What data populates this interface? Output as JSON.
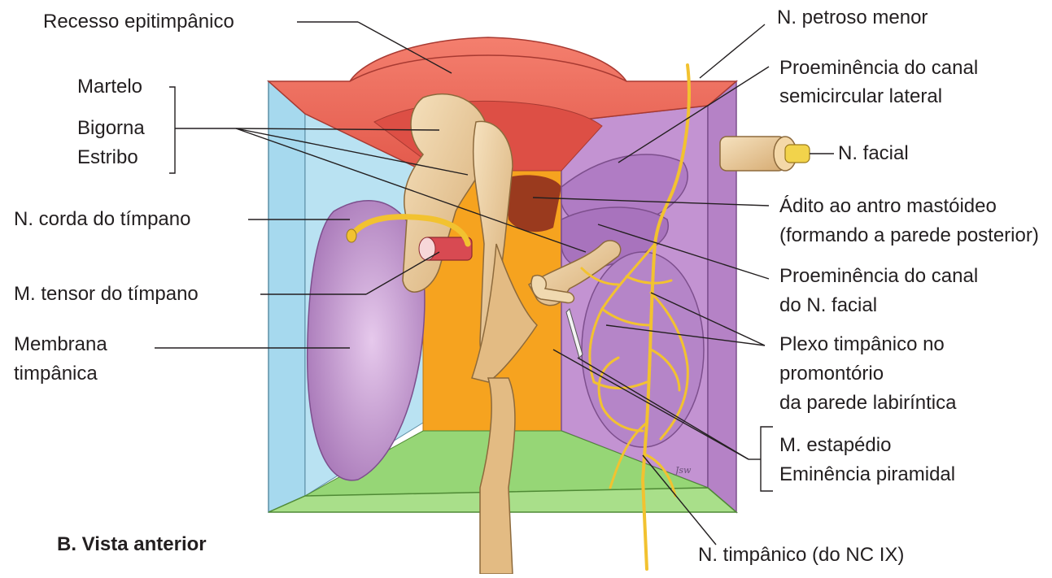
{
  "figure": {
    "caption": "B. Vista anterior",
    "signature": "Jsw"
  },
  "labels": {
    "recesso": "Recesso epitimpânico",
    "martelo": "Martelo",
    "bigorna": "Bigorna",
    "estribo": "Estribo",
    "corda": "N. corda do tímpano",
    "tensor": "M. tensor do tímpano",
    "membrana_1": "Membrana",
    "membrana_2": "timpânica",
    "petroso": "N. petroso menor",
    "proem_lat_1": "Proeminência do canal",
    "proem_lat_2": "semicircular lateral",
    "facial": "N. facial",
    "adito_1": "Ádito ao antro mastóideo",
    "adito_2": "(formando a parede posterior)",
    "proem_fac_1": "Proeminência do canal",
    "proem_fac_2": "do N. facial",
    "plexo_1": "Plexo timpânico no",
    "plexo_2": "promontório",
    "plexo_3": "da parede labiríntica",
    "estapedio": "M. estapédio",
    "eminencia": "Eminência piramidal",
    "timpanico": "N. timpânico (do NC IX)"
  },
  "colors": {
    "roof": "#ec6a5c",
    "roof_dark": "#d94f44",
    "front_wall": "#9fd4ea",
    "back_wall": "#f7a21b",
    "medial_wall": "#b07cc2",
    "floor": "#8fcf6b",
    "membrane": "#c89bd2",
    "bone": "#e9c99a",
    "nerve": "#f2c230"
  }
}
